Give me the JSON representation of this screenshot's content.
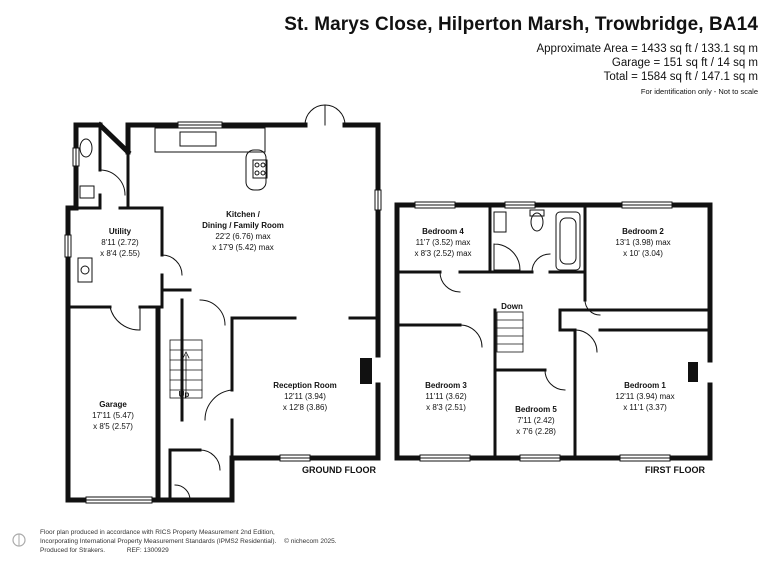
{
  "header": {
    "title": "St. Marys Close, Hilperton Marsh, Trowbridge, BA14",
    "area_approx": "Approximate Area = 1433 sq ft / 133.1 sq m",
    "area_garage": "Garage = 151 sq ft / 14 sq m",
    "area_total": "Total = 1584 sq ft / 147.1 sq m",
    "id_note": "For identification only - Not to scale"
  },
  "ground_floor": {
    "label": "GROUND FLOOR",
    "up_label": "Up",
    "rooms": {
      "kitchen": {
        "name1": "Kitchen /",
        "name2": "Dining / Family Room",
        "dim1": "22'2 (6.76) max",
        "dim2": "x 17'9 (5.42) max"
      },
      "utility": {
        "name": "Utility",
        "dim1": "8'11 (2.72)",
        "dim2": "x 8'4 (2.55)"
      },
      "garage": {
        "name": "Garage",
        "dim1": "17'11 (5.47)",
        "dim2": "x 8'5 (2.57)"
      },
      "reception": {
        "name": "Reception Room",
        "dim1": "12'11 (3.94)",
        "dim2": "x 12'8 (3.86)"
      }
    }
  },
  "first_floor": {
    "label": "FIRST FLOOR",
    "down_label": "Down",
    "rooms": {
      "bedroom4": {
        "name": "Bedroom 4",
        "dim1": "11'7 (3.52) max",
        "dim2": "x 8'3 (2.52) max"
      },
      "bedroom2": {
        "name": "Bedroom 2",
        "dim1": "13'1 (3.98) max",
        "dim2": "x 10' (3.04)"
      },
      "bedroom3": {
        "name": "Bedroom 3",
        "dim1": "11'11 (3.62)",
        "dim2": "x 8'3 (2.51)"
      },
      "bedroom5": {
        "name": "Bedroom 5",
        "dim1": "7'11 (2.42)",
        "dim2": "x 7'6 (2.28)"
      },
      "bedroom1": {
        "name": "Bedroom 1",
        "dim1": "12'11 (3.94) max",
        "dim2": "x 11'1 (3.37)"
      }
    }
  },
  "footer": {
    "line1": "Floor plan produced in accordance with RICS Property Measurement 2nd Edition,",
    "line2": "Incorporating International Property Measurement Standards (IPMS2 Residential).",
    "copyright": "© nichecom 2025.",
    "produced": "Produced for Strakers.",
    "ref": "REF: 1300929"
  }
}
